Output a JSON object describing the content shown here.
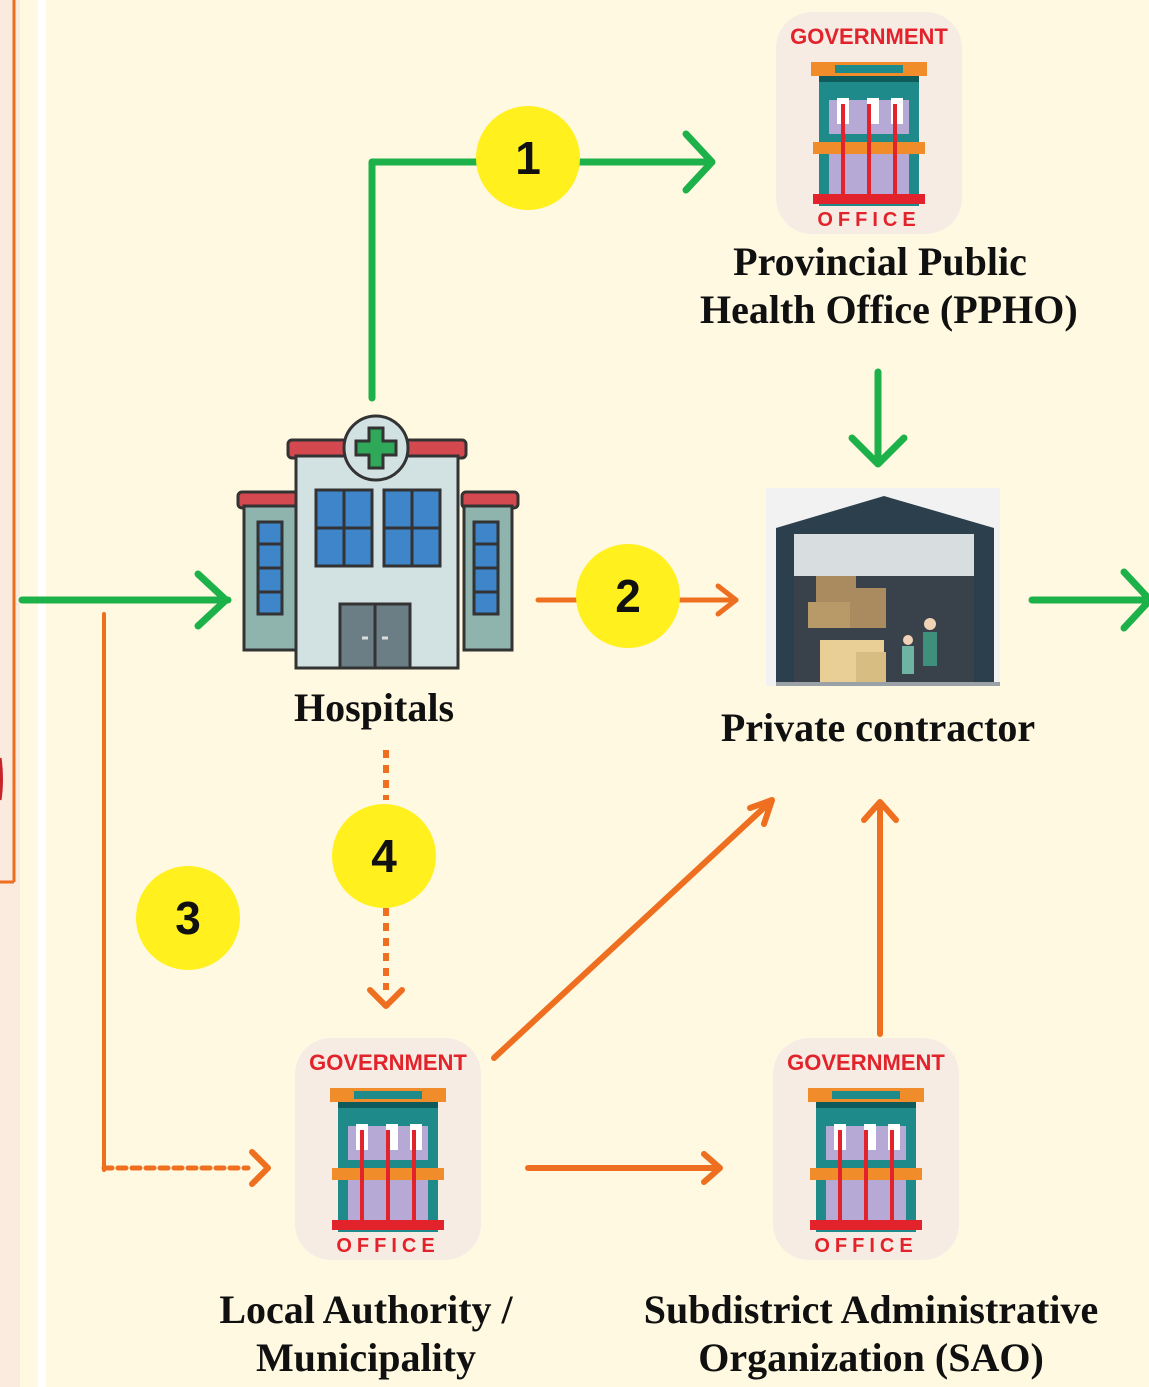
{
  "colors": {
    "green": "#1db14a",
    "orange": "#ee6f1f",
    "badge": "#fff01e",
    "background": "#fff9e2",
    "left_panel_border": "#ee6f1f"
  },
  "nodes": {
    "ppho": {
      "label_line1": "Provincial Public",
      "label_line2": "Health Office (PPHO)",
      "icon": "government-office-icon"
    },
    "hospitals": {
      "label": "Hospitals",
      "icon": "hospital-building-icon"
    },
    "contractor": {
      "label": "Private contractor",
      "icon": "warehouse-icon"
    },
    "local_authority": {
      "label_line1": "Local Authority /",
      "label_line2": "Municipality",
      "icon": "government-office-icon"
    },
    "sao": {
      "label_line1": "Subdistrict Administrative",
      "label_line2": "Organization (SAO)",
      "icon": "government-office-icon"
    }
  },
  "badges": {
    "b1": "1",
    "b2": "2",
    "b3": "3",
    "b4": "4"
  },
  "office_sign": {
    "top": "GOVERNMENT",
    "bottom": "OFFICE"
  }
}
